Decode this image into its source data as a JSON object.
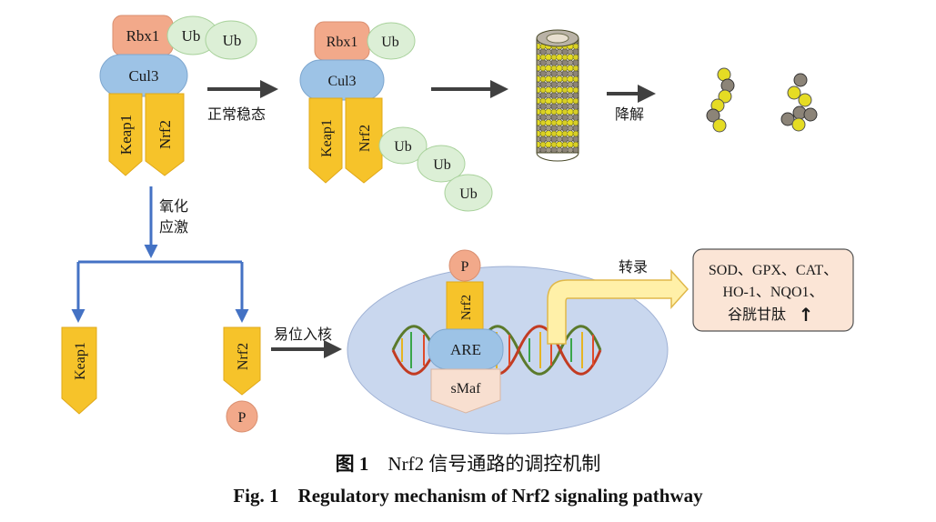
{
  "colors": {
    "rbx1": "#f2a98a",
    "ub": "#dcefd6",
    "cul3": "#9dc3e6",
    "adaptor": "#f6c32a",
    "arrow_dark": "#404040",
    "arrow_blue": "#4472c4",
    "nucleus": "#c9d7ee",
    "smaf": "#f8dfd0",
    "product_box": "#fbe5d6"
  },
  "complex1": {
    "rbx1": "Rbx1",
    "ub1": "Ub",
    "ub2": "Ub",
    "cul3": "Cul3",
    "keap1": "Keap1",
    "nrf2": "Nrf2"
  },
  "complex2": {
    "rbx1": "Rbx1",
    "ub": "Ub",
    "cul3": "Cul3",
    "keap1": "Keap1",
    "nrf2": "Nrf2",
    "ub_chain": [
      "Ub",
      "Ub",
      "Ub"
    ]
  },
  "labels": {
    "steady_state": "正常稳态",
    "degradation": "降解",
    "oxidative_stress": [
      "氧化",
      "应激"
    ],
    "nuclear_translocation": "易位入核",
    "transcription": "转录"
  },
  "bottom": {
    "keap1": "Keap1",
    "nrf2": "Nrf2",
    "p": "P",
    "nucleus_p": "P",
    "nucleus_nrf2": "Nrf2",
    "are": "ARE",
    "smaf": "sMaf"
  },
  "products": {
    "line1": "SOD、GPX、CAT、",
    "line2": "HO-1、NQO1、",
    "line3": "谷胱甘肽",
    "up_arrow": "↑"
  },
  "caption": {
    "cn_num": "图 1",
    "cn_text": "Nrf2 信号通路的调控机制",
    "en_num": "Fig. 1",
    "en_text": "Regulatory mechanism of Nrf2 signaling pathway"
  }
}
